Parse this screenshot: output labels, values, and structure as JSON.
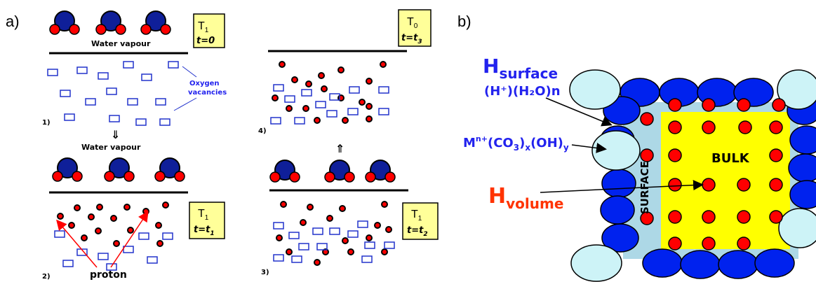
{
  "panel_labels": {
    "a": "a)",
    "b": "b)"
  },
  "stage_boxes": [
    {
      "t": "T",
      "t_sub": "1",
      "time": "t=0",
      "time_sub": ""
    },
    {
      "t": "T",
      "t_sub": "0",
      "time": "t=t",
      "time_sub": "3"
    },
    {
      "t": "T",
      "t_sub": "1",
      "time": "t=t",
      "time_sub": "1"
    },
    {
      "t": "T",
      "t_sub": "1",
      "time": "t=t",
      "time_sub": "2"
    }
  ],
  "step_labels": [
    "1)",
    "2)",
    "3)",
    "4)"
  ],
  "water_vapour_1": "Water vapour",
  "water_vapour_2": "Water vapour",
  "oxygen_vacancies_line1": "Oxygen",
  "oxygen_vacancies_line2": "vacancies",
  "proton_label": "proton",
  "arrow_down": "⇓",
  "arrow_up": "⇑",
  "h_surface": {
    "main": "H",
    "sub": "surface"
  },
  "h_surface_formula": "(H⁺)(H₂O)n",
  "metal_formula": {
    "a": "M",
    "a_sup": "n+",
    "b": "(CO",
    "b_sub": "3",
    "c": ")",
    "c_sub": "x",
    "d": "(OH)",
    "d_sub": "y"
  },
  "h_volume": {
    "main": "H",
    "sub": "volume"
  },
  "bulk_label": "BULK",
  "surface_label": "SURFACE",
  "colors": {
    "vacancy": "#2233cc",
    "proton_red": "#ff0000",
    "blue_molecule": "#0f1f99",
    "box_fill": "#ffff99",
    "surface_layer": "#add8e6",
    "bulk_core": "#ffff00",
    "shell_blue": "#0022ee",
    "corner_light": "#cdf3f7"
  }
}
